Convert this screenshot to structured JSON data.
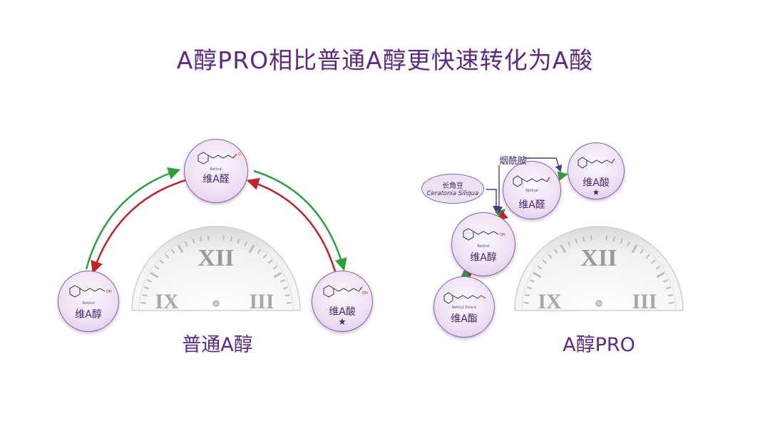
{
  "title": "A醇PRO相比普通A醇更快速转化为A酸",
  "left_panel": {
    "label": "普通A醇",
    "nodes": {
      "retinol": {
        "name": "维A醇",
        "sub": "Retinol"
      },
      "retinal": {
        "name": "维A醛",
        "sub": "Retinal"
      },
      "retinoic": {
        "name": "维A酸"
      }
    }
  },
  "right_panel": {
    "label": "A醇PRO",
    "nodes": {
      "retinol": {
        "name": "维A醇",
        "sub": "Retinol"
      },
      "retinal": {
        "name": "维A醛",
        "sub": "Retinal"
      },
      "retinoic": {
        "name": "维A酸"
      },
      "ester": {
        "name": "维A酯",
        "sub": "Retinyl Esters"
      }
    },
    "carob": {
      "line1": "长角豆",
      "line2": "Ceratonia Siliqua"
    },
    "niacinamide": "烟酰胺"
  },
  "clock": {
    "twelve": "XII",
    "nine": "IX",
    "three": "III"
  },
  "star": "★",
  "colors": {
    "accent": "#5b2a86",
    "arrow_green": "#2e9e3e",
    "arrow_red": "#c0232b"
  }
}
